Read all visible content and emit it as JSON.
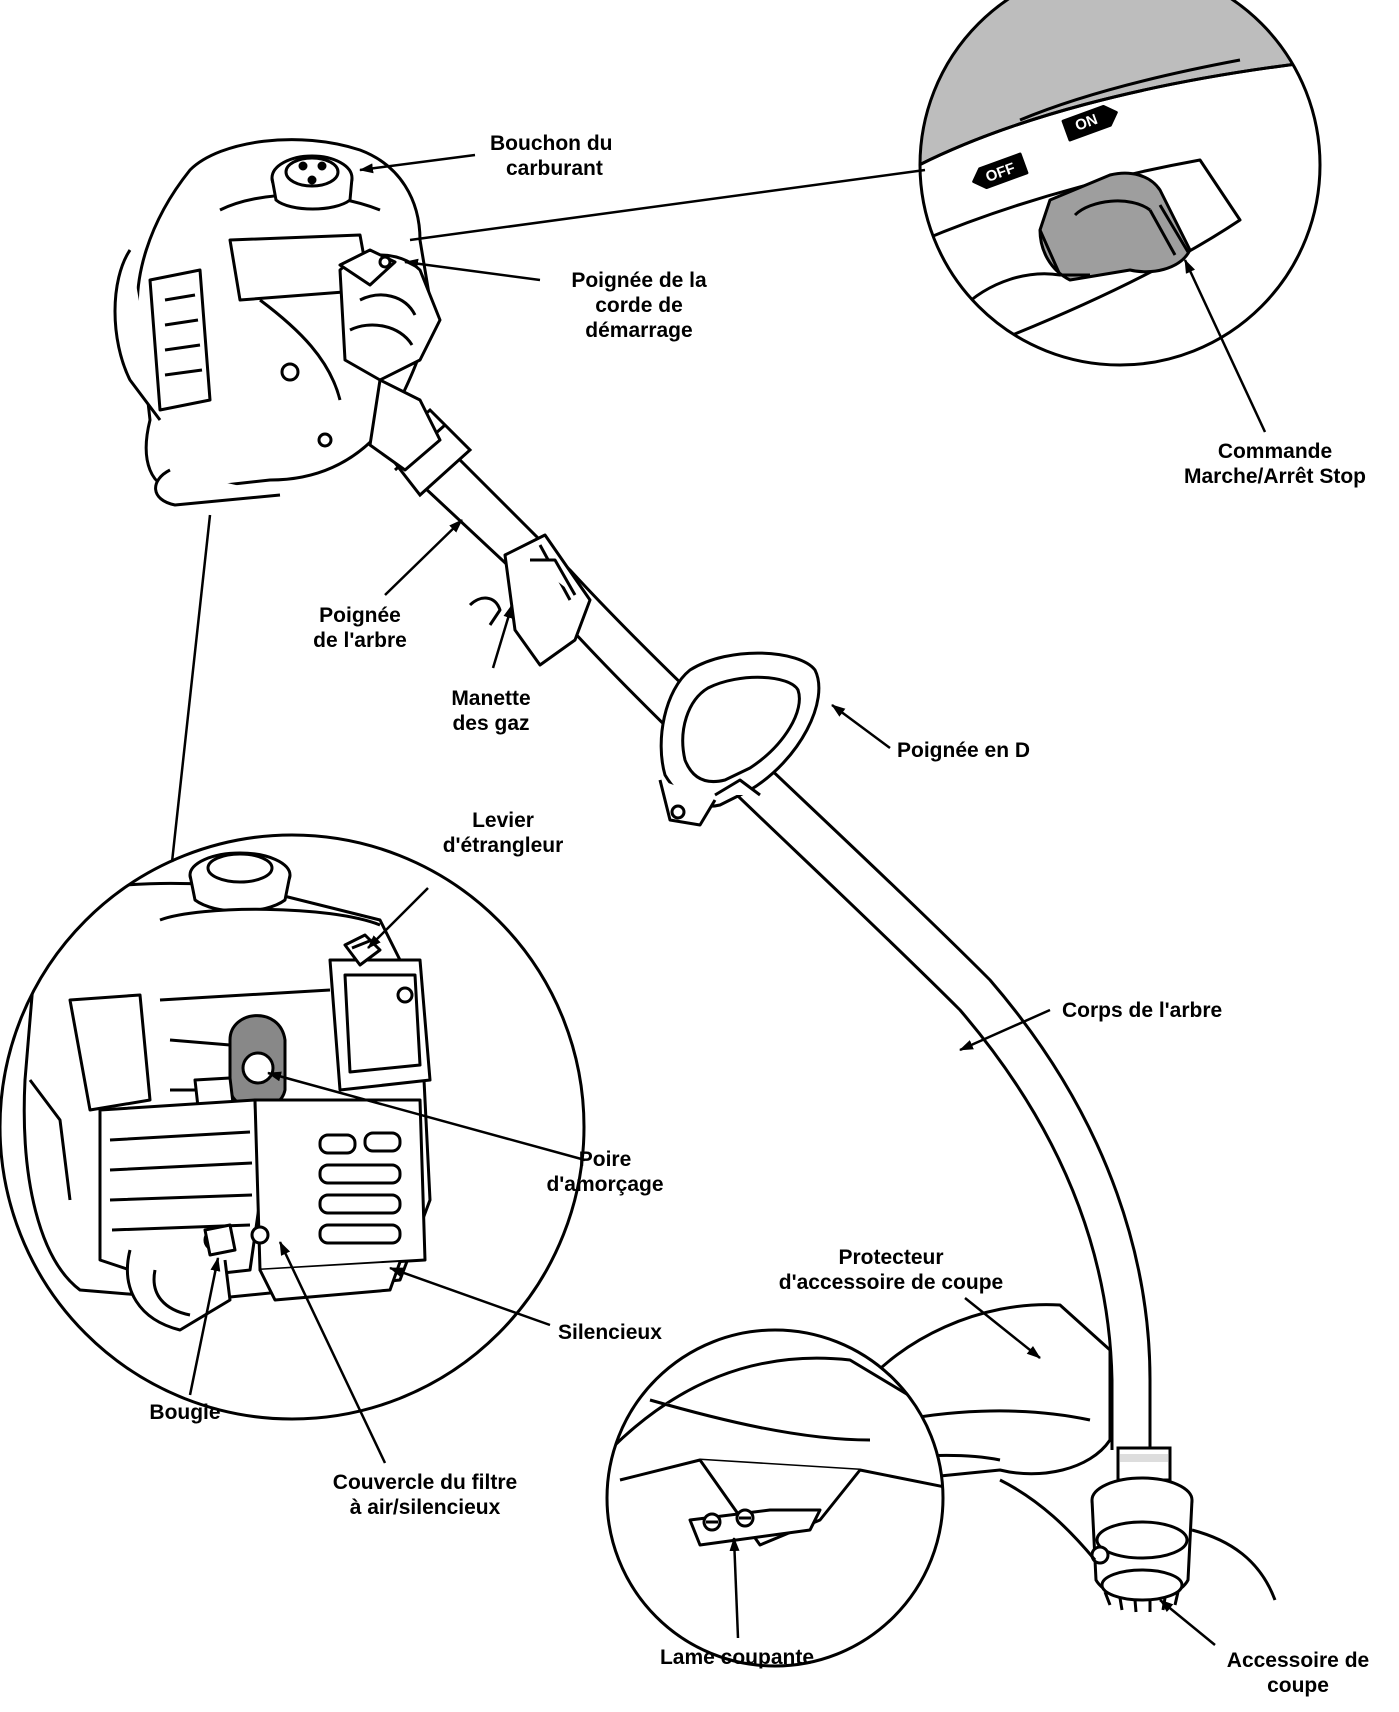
{
  "labels": {
    "fuel_cap": [
      "Bouchon du",
      "carburant"
    ],
    "starter_rope_handle": [
      "Poignée de la",
      "corde de",
      "démarrage"
    ],
    "on_off_switch": [
      "Commande",
      "Marche/Arrêt Stop"
    ],
    "shaft_handle": [
      "Poignée",
      "de l'arbre"
    ],
    "throttle": [
      "Manette",
      "des gaz"
    ],
    "d_handle": [
      "Poignée en D"
    ],
    "choke_lever": [
      "Levier",
      "d'étrangleur"
    ],
    "shaft_body": [
      "Corps de l'arbre"
    ],
    "primer_bulb": [
      "Poire",
      "d'amorçage"
    ],
    "cutting_guard": [
      "Protecteur",
      "d'accessoire de coupe"
    ],
    "muffler": [
      "Silencieux"
    ],
    "spark_plug": [
      "Bougie"
    ],
    "air_filter_cover": [
      "Couvercle du filtre",
      "à air/silencieux"
    ],
    "cutting_blade": [
      "Lame coupante"
    ],
    "cutting_head": [
      "Accessoire de",
      "coupe"
    ]
  },
  "switch_text": {
    "on": "ON",
    "off": "OFF"
  }
}
